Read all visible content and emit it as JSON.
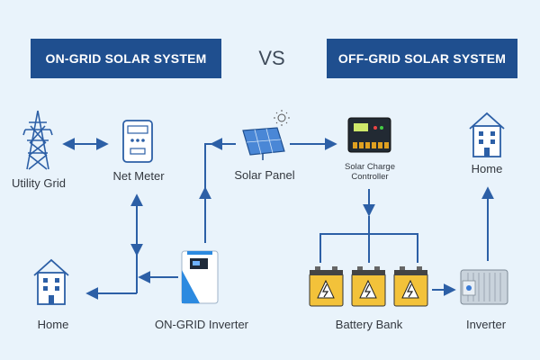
{
  "headers": {
    "left_title": "ON-GRID SOLAR SYSTEM",
    "vs": "VS",
    "right_title": "OFF-GRID SOLAR SYSTEM"
  },
  "labels": {
    "utility_grid": "Utility Grid",
    "net_meter": "Net Meter",
    "solar_panel": "Solar Panel",
    "charge_controller_line1": "Solar Charge",
    "charge_controller_line2": "Controller",
    "home_right": "Home",
    "home_left": "Home",
    "on_grid_inverter": "ON-GRID Inverter",
    "battery_bank": "Battery Bank",
    "inverter": "Inverter"
  },
  "colors": {
    "banner": "#1f4f8f",
    "line": "#2c5fa6",
    "background": "#e9f3fb",
    "text": "#33383f"
  },
  "icons": {
    "utility_grid": "transmission-tower-icon",
    "net_meter": "meter-icon",
    "solar_panel": "solar-panel-icon",
    "sun": "sun-icon",
    "charge_controller": "charge-controller-icon",
    "home": "house-icon",
    "on_grid_inverter": "inverter-icon",
    "battery": "battery-warning-icon",
    "inverter": "inverter-box-icon"
  }
}
